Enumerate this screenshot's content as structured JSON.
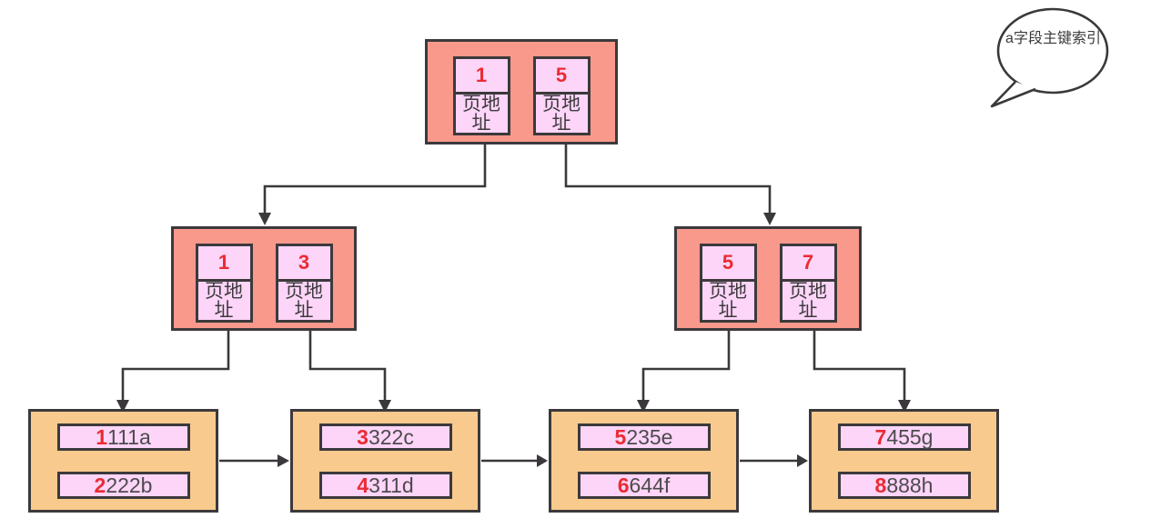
{
  "callout": {
    "text": "a字段主键索引"
  },
  "root": {
    "cells": [
      {
        "key": "1",
        "label": "页地址"
      },
      {
        "key": "5",
        "label": "页地址"
      }
    ]
  },
  "internals": [
    {
      "cells": [
        {
          "key": "1",
          "label": "页地址"
        },
        {
          "key": "3",
          "label": "页地址"
        }
      ]
    },
    {
      "cells": [
        {
          "key": "5",
          "label": "页地址"
        },
        {
          "key": "7",
          "label": "页地址"
        }
      ]
    }
  ],
  "leaves": [
    {
      "rows": [
        {
          "key": "1",
          "rest": "111a"
        },
        {
          "key": "2",
          "rest": "222b"
        }
      ]
    },
    {
      "rows": [
        {
          "key": "3",
          "rest": "322c"
        },
        {
          "key": "4",
          "rest": "311d"
        }
      ]
    },
    {
      "rows": [
        {
          "key": "5",
          "rest": "235e"
        },
        {
          "key": "6",
          "rest": "644f"
        }
      ]
    },
    {
      "rows": [
        {
          "key": "7",
          "rest": "455g"
        },
        {
          "key": "8",
          "rest": "888h"
        }
      ]
    }
  ],
  "colors": {
    "index_node_fill": "#f9998c",
    "leaf_node_fill": "#f9ca8e",
    "cell_fill": "#fcd5f8",
    "border": "#3c393c",
    "key_red": "#ea2b33",
    "arrow": "#3b383b"
  }
}
